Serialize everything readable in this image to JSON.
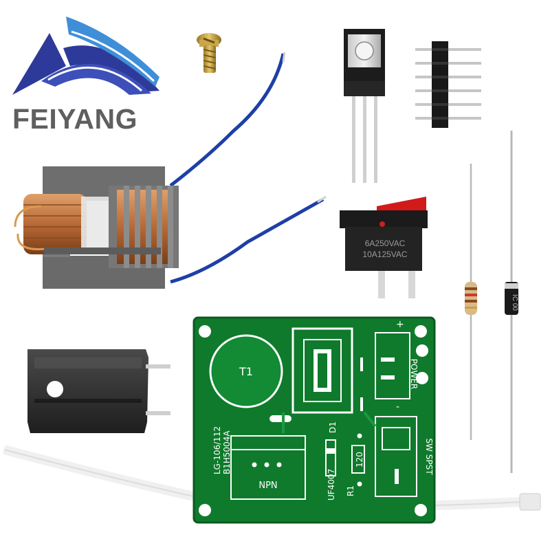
{
  "brand": {
    "name": "FEIYANG",
    "text_color": "#5f5f5f",
    "logo_color": "#2e3a9a"
  },
  "switch": {
    "rating_line1": "6A250VAC",
    "rating_line2": "10A125VAC"
  },
  "diode": {
    "marking": "IC 00"
  },
  "pcb": {
    "color": "#0f7a2c",
    "model_line1": "LG-106/112",
    "model_line2": "B1H5004A",
    "labels": {
      "t1": "T1",
      "d1": "D1",
      "r1": "R1",
      "r1_value": "120",
      "diode_part": "UF4007",
      "npn": "NPN",
      "power": "POWER",
      "plus": "+",
      "minus": "-",
      "switch": "SW SPST"
    }
  }
}
